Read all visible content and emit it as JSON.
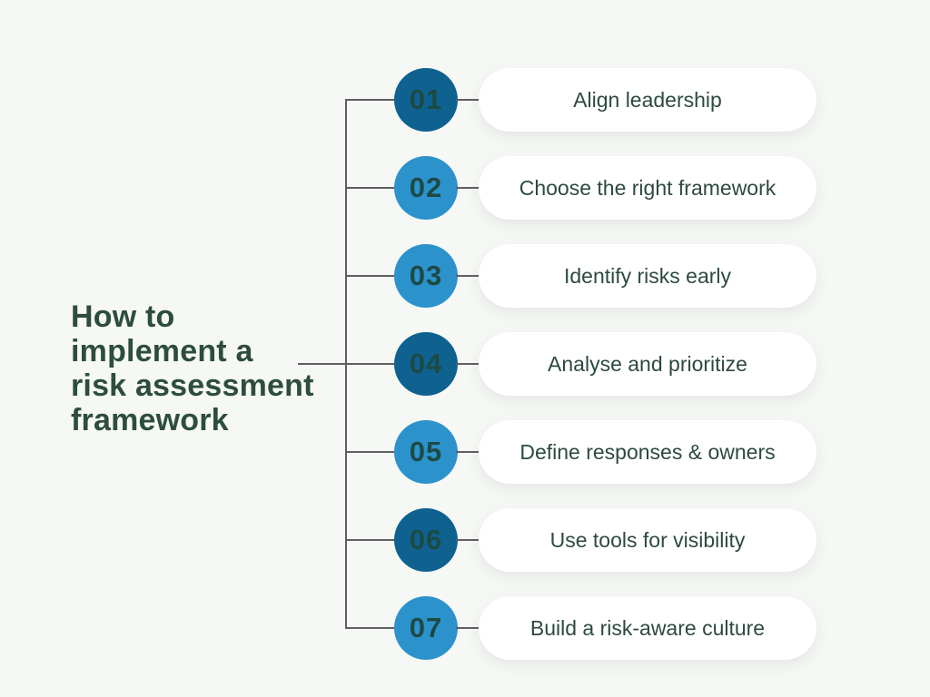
{
  "title": {
    "lines": [
      "How to",
      "implement a",
      "risk assessment",
      "framework"
    ]
  },
  "steps": [
    {
      "number": "01",
      "label": "Align leadership",
      "tone": "dark"
    },
    {
      "number": "02",
      "label": "Choose the right framework",
      "tone": "light"
    },
    {
      "number": "03",
      "label": "Identify risks early",
      "tone": "light"
    },
    {
      "number": "04",
      "label": "Analyse and prioritize",
      "tone": "dark"
    },
    {
      "number": "05",
      "label": "Define responses & owners",
      "tone": "light"
    },
    {
      "number": "06",
      "label": "Use tools for visibility",
      "tone": "dark"
    },
    {
      "number": "07",
      "label": "Build a risk-aware culture",
      "tone": "light"
    }
  ],
  "colors": {
    "background": "#f6f8f5",
    "dark_blue": "#0f6190",
    "light_blue": "#2c92cb",
    "number_text": "#1c4a44",
    "label_text": "#2d4a3e",
    "title_text": "#2d4d3e",
    "line": "#5f5f5f",
    "pill_background": "#ffffff"
  }
}
